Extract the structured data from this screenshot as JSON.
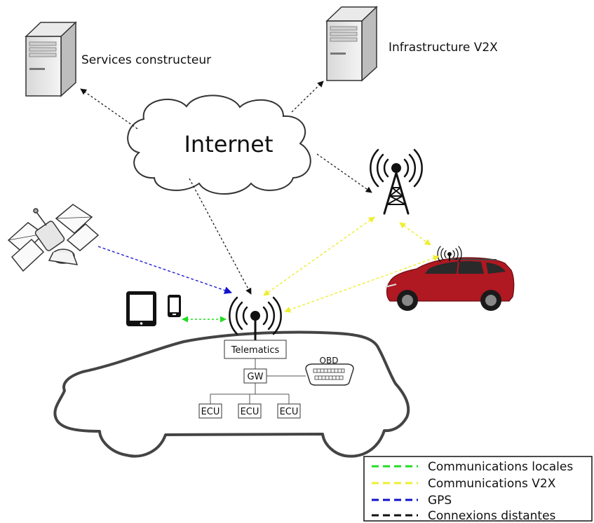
{
  "nodes": {
    "services_label": "Services constructeur",
    "v2x_label": "Infrastructure V2X",
    "internet_label": "Internet",
    "telematics_label": "Telematics",
    "gw_label": "GW",
    "obd_label": "OBD",
    "ecu_labels": [
      "ECU",
      "ECU",
      "ECU"
    ]
  },
  "legend": {
    "items": [
      {
        "label": "Communications locales",
        "color": "#22dd22"
      },
      {
        "label": "Communications V2X",
        "color": "#eeee33"
      },
      {
        "label": "GPS",
        "color": "#1111cc"
      },
      {
        "label": "Connexions distantes",
        "color": "#111111"
      }
    ]
  },
  "colors": {
    "local": "#22dd22",
    "v2x": "#eeee33",
    "gps": "#1111cc",
    "remote": "#111111",
    "car": "#b01822"
  },
  "icons": [
    "server-icon",
    "cloud-icon",
    "antenna-tower-icon",
    "satellite-icon",
    "tablet-icon",
    "phone-icon",
    "car-icon",
    "antenna-icon",
    "obd-connector-icon"
  ]
}
